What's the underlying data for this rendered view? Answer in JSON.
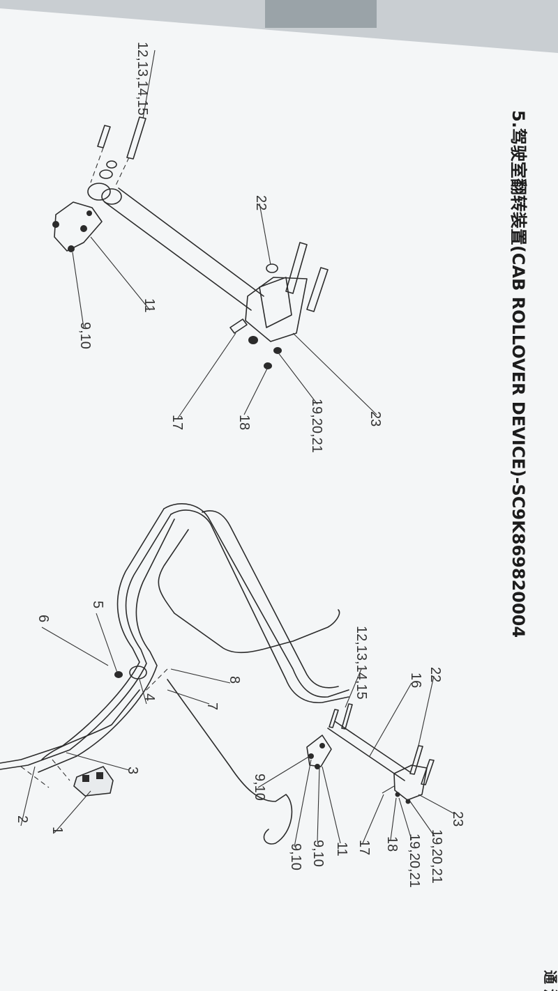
{
  "header": {
    "title": "5.驾驶室翻转装置(CAB ROLLOVER DEVICE)-SC9K869820004",
    "corner_text": "通 漢"
  },
  "detail_view": {
    "callouts": [
      "12,13,14,15",
      "22",
      "11",
      "9,10",
      "23",
      "19,20,21",
      "18",
      "17"
    ]
  },
  "assembly_view": {
    "callouts": [
      "12,13,14,15",
      "22",
      "16",
      "23",
      "19,20,21",
      "19,20,21",
      "18",
      "17",
      "11",
      "9,10",
      "9,10",
      "9,10",
      "8",
      "7",
      "5",
      "6",
      "4",
      "3",
      "2",
      "1"
    ]
  },
  "colors": {
    "paper": "#f4f6f7",
    "ink": "#2b2b2b",
    "background": "#c9ced2"
  }
}
